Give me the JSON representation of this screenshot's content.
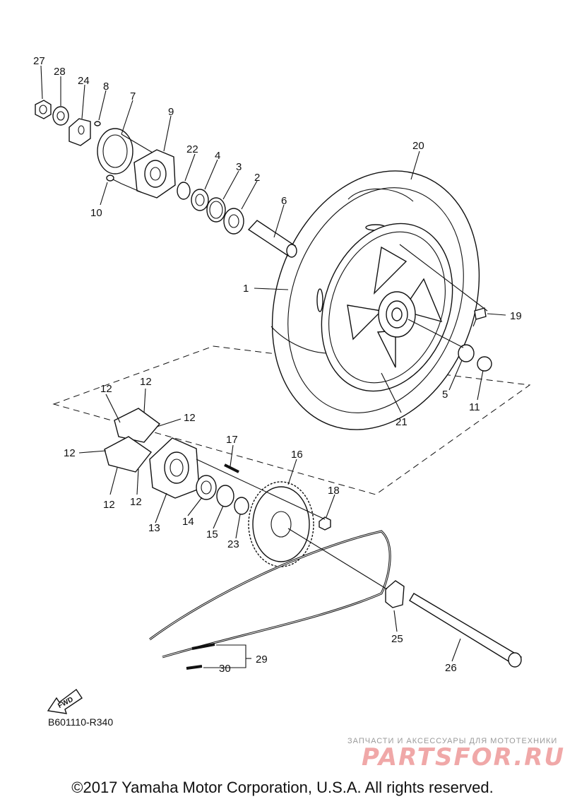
{
  "callouts": {
    "c27": "27",
    "c28": "28",
    "c24": "24",
    "c8": "8",
    "c7": "7",
    "c9": "9",
    "c10": "10",
    "c22": "22",
    "c4": "4",
    "c3": "3",
    "c2": "2",
    "c6": "6",
    "c20": "20",
    "c1": "1",
    "c19": "19",
    "c5": "5",
    "c11": "11",
    "c21": "21",
    "c12": "12",
    "c17": "17",
    "c16": "16",
    "c13": "13",
    "c14": "14",
    "c15": "15",
    "c23": "23",
    "c18": "18",
    "c25": "25",
    "c26": "26",
    "c29": "29",
    "c30": "30"
  },
  "fwd_label": "FWD",
  "diagram_code": "B601110-R340",
  "watermark": {
    "tagline": "ЗАПЧАСТИ И АКСЕССУАРЫ ДЛЯ МОТОТЕХНИКИ",
    "logo": "PARTSFOR.RU"
  },
  "copyright": "©2017 Yamaha Motor Corporation, U.S.A. All rights reserved."
}
